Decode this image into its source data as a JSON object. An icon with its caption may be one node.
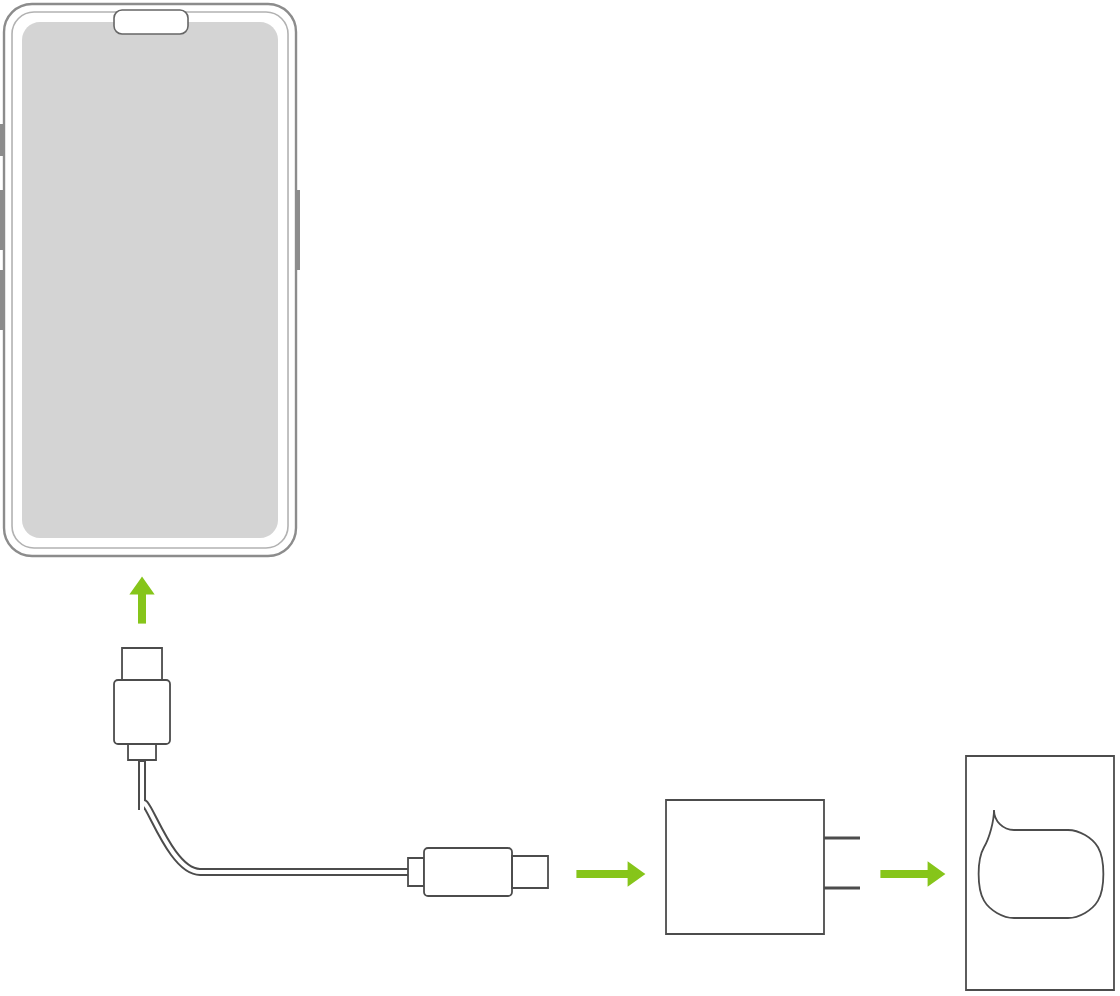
{
  "diagram": {
    "nodes": [
      {
        "text": [],
        "shape": "phone"
      },
      {
        "text": [],
        "shape": "cable"
      },
      {
        "text": [],
        "shape": "adapter"
      },
      {
        "text": [],
        "shape": "outlet"
      }
    ],
    "edges": [
      {
        "from": 1,
        "to": 0,
        "arrow": "to"
      },
      {
        "from": 1,
        "to": 2,
        "arrow": "to"
      },
      {
        "from": 2,
        "to": 3,
        "arrow": "to"
      }
    ]
  }
}
